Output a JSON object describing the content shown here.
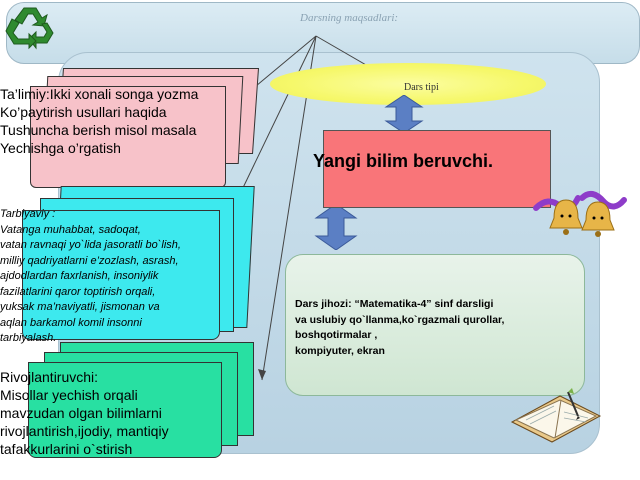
{
  "header": {
    "title": "Darsning  maqsadlari:"
  },
  "lesson_type": {
    "label": "Dars tipi",
    "value": "Yangi bilim beruvchi."
  },
  "goals": {
    "educational": "Ta’limiy:Ikki xonali songa yozma\nKo’paytirish usullari haqida\nTushuncha berish misol masala\nYechishga o’rgatish",
    "upbringing": "Tarbiyaviy :\nVatanga muhabbat, sadoqat,\nvatan ravnaqi  yo`lida jasoratli bo`lish,\nmilliy qadriyatlarni e’zozlash, asrash,\najdodlardan  faxrlanish, insoniylik\nfazilatlarini qaror toptirish orqali,\nyuksak ma’naviyatli, jismonan va\naqlan barkamol  komil insonni\ntarbiyalash.",
    "developmental": "Rivojlantiruvchi:\nMisollar yechish orqali\nmavzudan olgan bilimlarni\nrivojlantirish,ijodiy, mantiqiy\ntafakkurlarini o`stirish"
  },
  "equipment": {
    "text": "Dars jihozi: “Matematika-4” sinf darsligi\n va uslubiy qo`llanma,ko`rgazmali qurollar,\nboshqotirmalar ,\n kompiyuter, ekran"
  },
  "icons": [
    "recycle-icon",
    "bells-icon",
    "open-book-icon"
  ],
  "colors": {
    "pink_sheet": "#f7c2c9",
    "cyan_sheet": "#3de9ee",
    "green_sheet": "#28e0a2",
    "red_box": "#f97579",
    "arrow": "#5b7fc4",
    "ellipse": "#f6f86a"
  }
}
